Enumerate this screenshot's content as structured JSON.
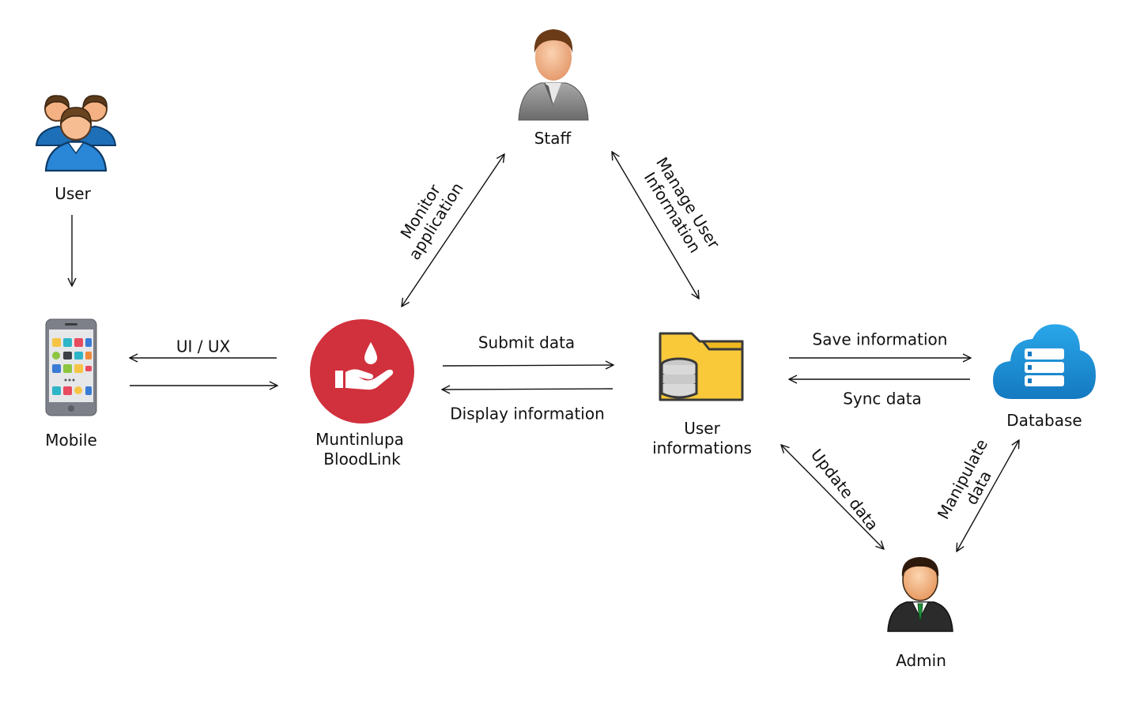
{
  "nodes": {
    "user": {
      "label": "User",
      "icon": "users-group-icon"
    },
    "mobile": {
      "label": "Mobile",
      "icon": "smartphone-icon"
    },
    "app": {
      "label_line1": "Muntinlupa",
      "label_line2": "BloodLink",
      "icon": "blood-donation-hand-icon",
      "color": "#d1303d"
    },
    "staff": {
      "label": "Staff",
      "icon": "staff-person-icon"
    },
    "user_info": {
      "label_line1": "User",
      "label_line2": "informations",
      "icon": "folder-database-icon",
      "color": "#f9c93a"
    },
    "database": {
      "label": "Database",
      "icon": "cloud-server-icon",
      "color": "#1b8fd6"
    },
    "admin": {
      "label": "Admin",
      "icon": "admin-person-icon"
    }
  },
  "edges": {
    "ui_ux": "UI / UX",
    "submit_data": "Submit data",
    "display_information": "Display information",
    "save_information": "Save information",
    "sync_data": "Sync data",
    "monitor_line1": "Monitor",
    "monitor_line2": "application",
    "manage_line1": "Manage User",
    "manage_line2": "Information",
    "update_data": "Update data",
    "manipulate_line1": "Manipulate",
    "manipulate_line2": "data"
  }
}
